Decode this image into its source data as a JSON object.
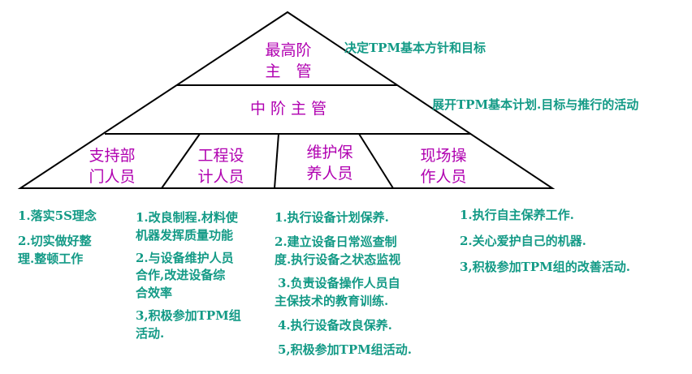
{
  "pyramid": {
    "top": {
      "line1": "最高阶",
      "line2": "主　管",
      "note": "决定TPM基本方针和目标"
    },
    "middle": {
      "label": "中 阶 主 管",
      "note": "展开TPM基本计划.目标与推行的活动"
    },
    "base": [
      {
        "line1": "支持部",
        "line2": "门人员"
      },
      {
        "line1": "工程设",
        "line2": "计人员"
      },
      {
        "line1": "维护保",
        "line2": "养人员"
      },
      {
        "line1": "现场操",
        "line2": "作人员"
      }
    ]
  },
  "duties": {
    "col1": [
      "1.落实5S理念",
      "2.切实做好整",
      "理.整顿工作"
    ],
    "col2": [
      "1.改良制程.材料使",
      "机器发挥质量功能",
      "2.与设备维护人员",
      "合作,改进设备综",
      "合效率",
      "3,积极参加TPM组",
      "活动."
    ],
    "col3": [
      "1.执行设备计划保养.",
      "2.建立设备日常巡查制",
      "度.执行设备之状态监视",
      "3.负责设备操作人员自",
      "主保技术的教育训练.",
      "4.执行设备改良保养.",
      "5,积极参加TPM组活动."
    ],
    "col4": [
      "1.执行自主保养工作.",
      "2.关心爱护自己的机器.",
      "3,积极参加TPM组的改善活动."
    ]
  },
  "colors": {
    "outline": "#000000",
    "label": "#b000b0",
    "duty_text": "#139a86"
  }
}
